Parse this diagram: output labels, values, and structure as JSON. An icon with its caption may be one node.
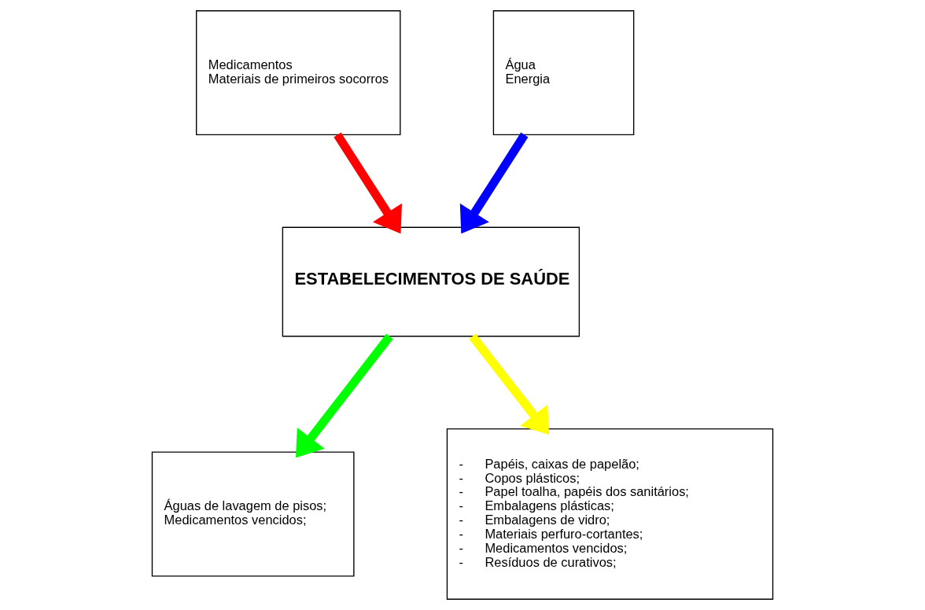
{
  "diagram": {
    "nodes": [
      {
        "text": [
          "Medicamentos",
          "Materiais de primeiros socorros"
        ]
      },
      {
        "text": [
          "Água",
          "Energia"
        ]
      },
      {
        "text": [
          "ESTABELECIMENTOS DE SAÚDE"
        ]
      },
      {
        "text": [
          "Águas de lavagem de pisos;",
          "Medicamentos vencidos;"
        ]
      },
      {
        "text": [
          "-      Papéis, caixas de papelão;",
          "-      Copos plásticos;",
          "-      Papel toalha, papéis dos sanitários;",
          "-      Embalagens plásticas;",
          "-      Embalagens de vidro;",
          "-      Materiais perfuro-cortantes;",
          "-      Medicamentos vencidos;",
          "-      Resíduos de curativos;"
        ]
      }
    ],
    "edges": [
      {
        "from": 0,
        "to": 2,
        "arrow": "to",
        "color": "#ff0000"
      },
      {
        "from": 1,
        "to": 2,
        "arrow": "to",
        "color": "#0000ff"
      },
      {
        "from": 2,
        "to": 3,
        "arrow": "to",
        "color": "#00ff00"
      },
      {
        "from": 2,
        "to": 4,
        "arrow": "to",
        "color": "#ffff00"
      }
    ]
  }
}
